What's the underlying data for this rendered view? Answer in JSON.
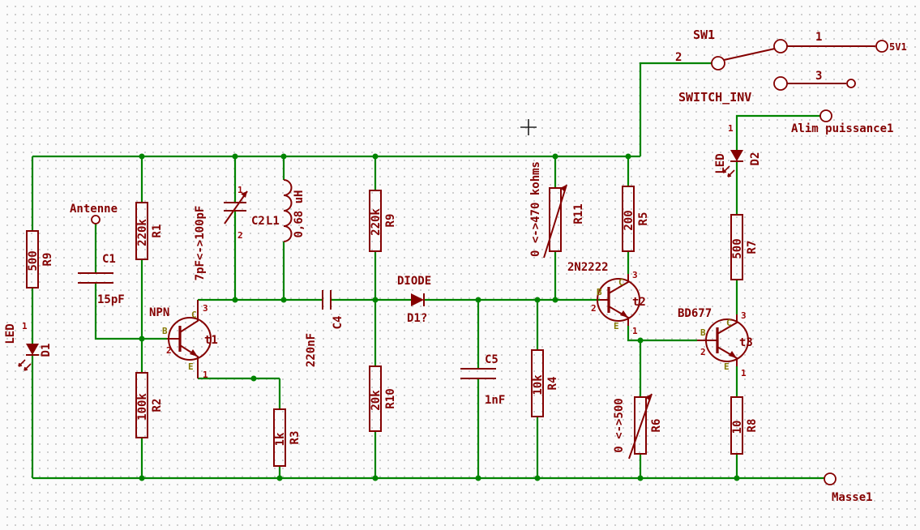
{
  "nets": {
    "antenna": "Antenne",
    "ground": "Masse1",
    "power_out": "Alim puissance1",
    "supply": "5V1"
  },
  "components": {
    "r9_left": {
      "ref": "R9",
      "value": "500"
    },
    "d1": {
      "ref": "D1",
      "value": "LED",
      "num1": "1"
    },
    "c1": {
      "ref": "C1",
      "value": "15pF"
    },
    "r1": {
      "ref": "R1",
      "value": "220k"
    },
    "r2": {
      "ref": "R2",
      "value": "100k"
    },
    "r3": {
      "ref": "R3",
      "value": "1k"
    },
    "t1": {
      "ref": "t1",
      "value": "NPN",
      "pin_c": "C",
      "pin_b": "B",
      "pin_e": "E",
      "num_c": "3",
      "num_b": "2",
      "num_e": "1"
    },
    "c2": {
      "ref": "C2",
      "value": "7pF<->100pF",
      "num1": "1",
      "num2": "2"
    },
    "l1": {
      "ref": "L1",
      "value": "0,68 uH"
    },
    "c4": {
      "ref": "C4",
      "value": "220nF"
    },
    "r9_top": {
      "ref": "R9",
      "value": "220k"
    },
    "r10": {
      "ref": "R10",
      "value": "20k"
    },
    "d3": {
      "ref": "D1?",
      "value": "DIODE"
    },
    "c5": {
      "ref": "C5",
      "value": "1nF"
    },
    "r4": {
      "ref": "R4",
      "value": "10k"
    },
    "r11": {
      "ref": "R11",
      "value": "0 <->470 kohms"
    },
    "t2": {
      "ref": "t2",
      "value": "2N2222",
      "pin_c": "C",
      "pin_b": "B",
      "pin_e": "E",
      "num_c": "3",
      "num_b": "2",
      "num_e": "1"
    },
    "r5": {
      "ref": "R5",
      "value": "200"
    },
    "r6": {
      "ref": "R6",
      "value": "0 <->500"
    },
    "t3": {
      "ref": "t3",
      "value": "BD677",
      "pin_c": "C",
      "pin_b": "B",
      "pin_e": "E",
      "num_c": "3",
      "num_b": "2",
      "num_e": "1"
    },
    "r7": {
      "ref": "R7",
      "value": "500"
    },
    "r8": {
      "ref": "R8",
      "value": "10"
    },
    "d2": {
      "ref": "D2",
      "value": "LED",
      "num1": "1"
    },
    "sw1": {
      "ref": "SW1",
      "value": "SWITCH_INV",
      "num1": "1",
      "num2": "2",
      "num3": "3"
    }
  }
}
